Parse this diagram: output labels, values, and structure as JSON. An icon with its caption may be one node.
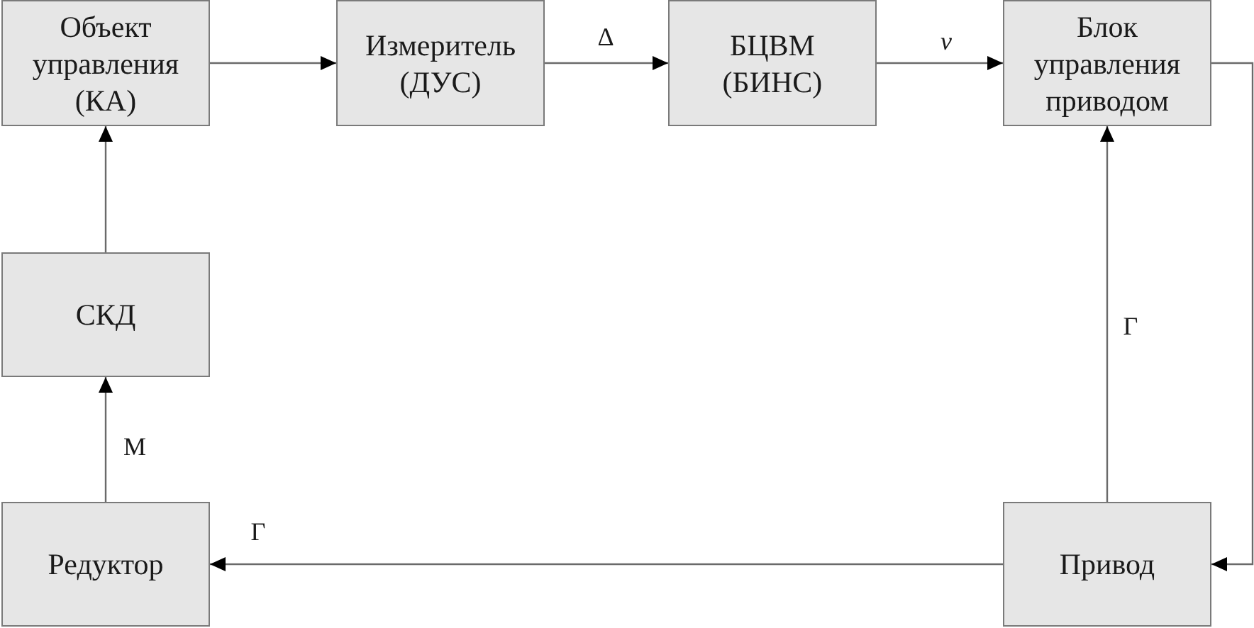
{
  "diagram": {
    "nodes": [
      {
        "text": [
          "Объект управления (КА)"
        ]
      },
      {
        "text": [
          "Измеритель (ДУС)"
        ]
      },
      {
        "text": [
          "БЦВМ (БИНС)"
        ]
      },
      {
        "text": [
          "Блок управления приводом"
        ]
      },
      {
        "text": [
          "СКД"
        ]
      },
      {
        "text": [
          "Редуктор"
        ]
      },
      {
        "text": [
          "Привод"
        ]
      }
    ],
    "edges": [
      {
        "from": 0,
        "to": 1,
        "arrow": "to"
      },
      {
        "from": 1,
        "to": 2,
        "arrow": "to",
        "label": "Δ"
      },
      {
        "from": 2,
        "to": 3,
        "arrow": "to",
        "label": "v"
      },
      {
        "from": 3,
        "to": 6,
        "arrow": "to"
      },
      {
        "from": 6,
        "to": 3,
        "arrow": "to",
        "label": "Г"
      },
      {
        "from": 6,
        "to": 5,
        "arrow": "to",
        "label": "Г"
      },
      {
        "from": 5,
        "to": 4,
        "arrow": "to",
        "label": "М"
      },
      {
        "from": 4,
        "to": 0,
        "arrow": "to"
      }
    ]
  }
}
